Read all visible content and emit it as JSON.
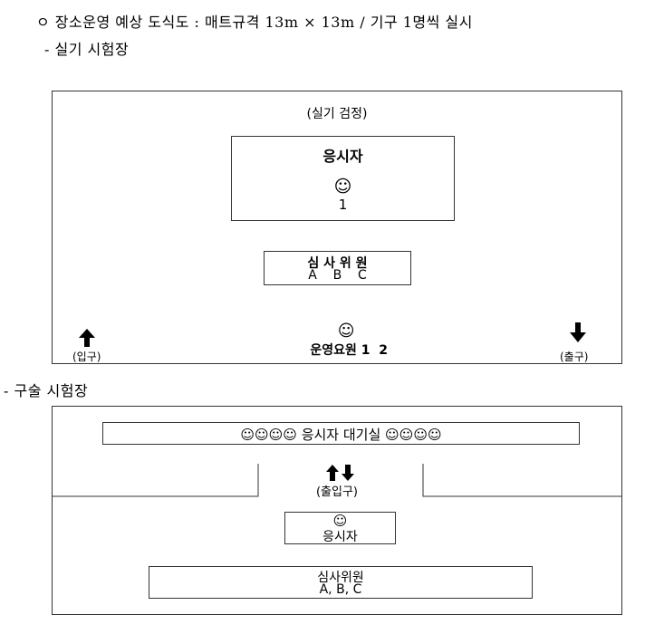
{
  "heading": "ㅇ 장소운영 예상 도식도 : 매트규격 13m × 13m / 기구 1명씩 실시",
  "practical": {
    "subtitle": "- 실기 시험장",
    "title": "(실기 검정)",
    "candidate_box": {
      "label": "응시자",
      "icon": "☺",
      "number": "1"
    },
    "judges_box": {
      "label": "심 사 위 원",
      "members": "A    B    C"
    },
    "staff_icon": "☺",
    "staff_label": "운영요원 1  2",
    "entrance_label": "(입구)",
    "exit_label": "(출구)"
  },
  "oral": {
    "subtitle": "- 구술 시험장",
    "waiting_room": "☺☺☺☺ 응시자 대기실 ☺☺☺☺",
    "door_label": "(출입구)",
    "candidate_icon": "☺",
    "candidate_label": "응시자",
    "judges_title": "심사위원",
    "judges_members": "A, B, C"
  }
}
